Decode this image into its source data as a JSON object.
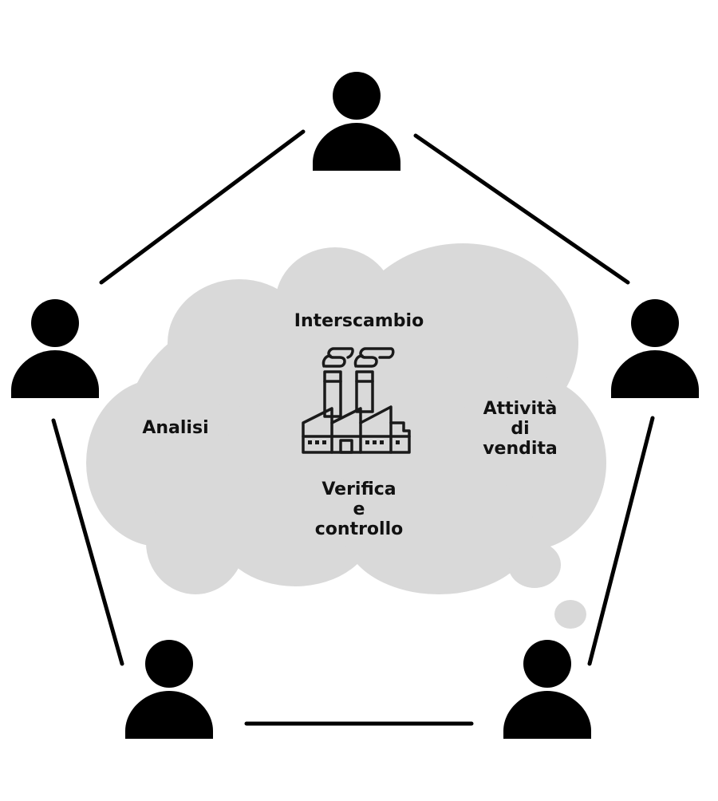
{
  "diagram": {
    "center_labels": {
      "top": "Interscambio",
      "left": "Analisi",
      "right": [
        "Attività",
        "di",
        "vendita"
      ],
      "bottom": [
        "Verifica",
        "e",
        "controllo"
      ]
    },
    "icons": {
      "center": "factory-icon",
      "nodes": [
        "person-icon",
        "person-icon",
        "person-icon",
        "person-icon",
        "person-icon"
      ]
    },
    "colors": {
      "cloud": "#d9d9d9",
      "person": "#000000",
      "line": "#000000",
      "text": "#111111"
    }
  }
}
